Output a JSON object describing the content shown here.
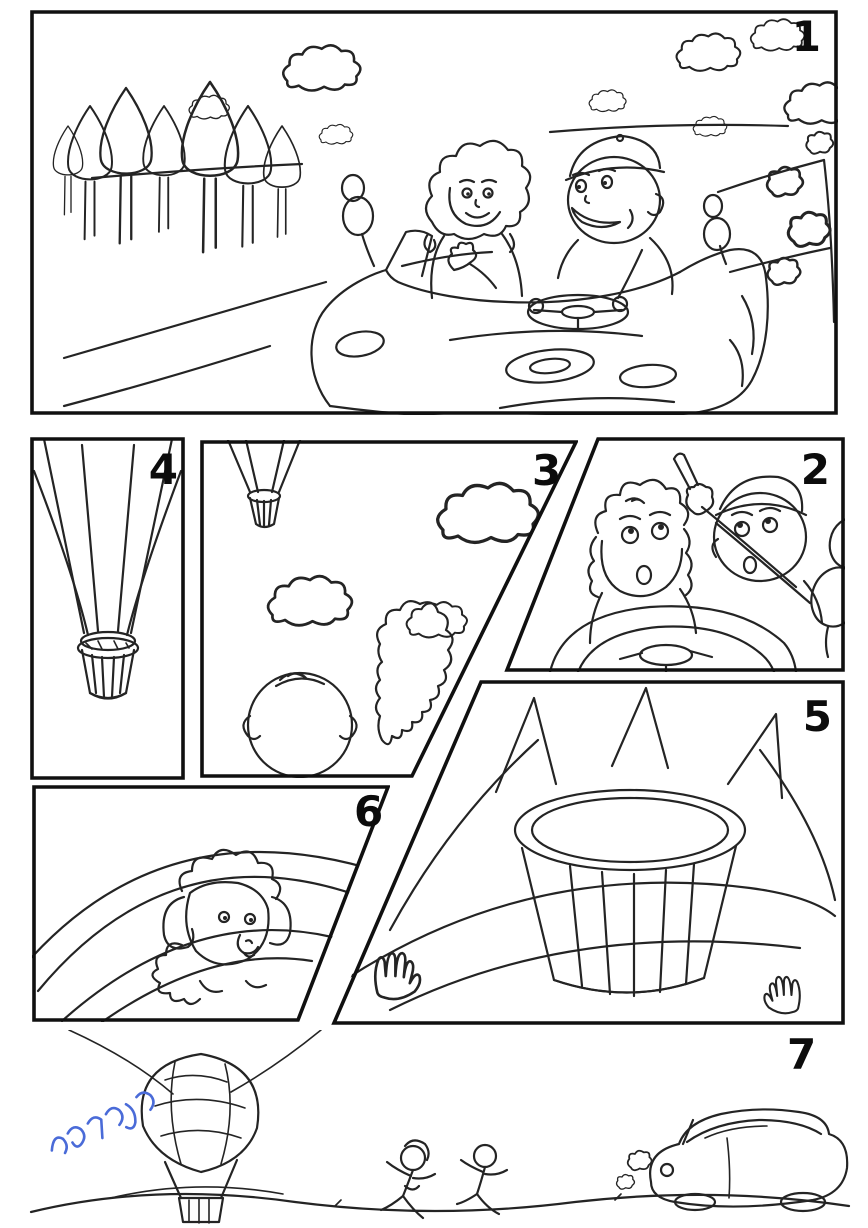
{
  "page": {
    "background": "#ffffff",
    "ink_color": "#242424",
    "frame_color": "#101010"
  },
  "panels": {
    "p1": {
      "number": "1"
    },
    "p2": {
      "number": "2"
    },
    "p3": {
      "number": "3"
    },
    "p4": {
      "number": "4"
    },
    "p5": {
      "number": "5"
    },
    "p6": {
      "number": "6"
    },
    "p7": {
      "number": "7"
    }
  },
  "signature": {
    "color": "#4a6bd8"
  }
}
